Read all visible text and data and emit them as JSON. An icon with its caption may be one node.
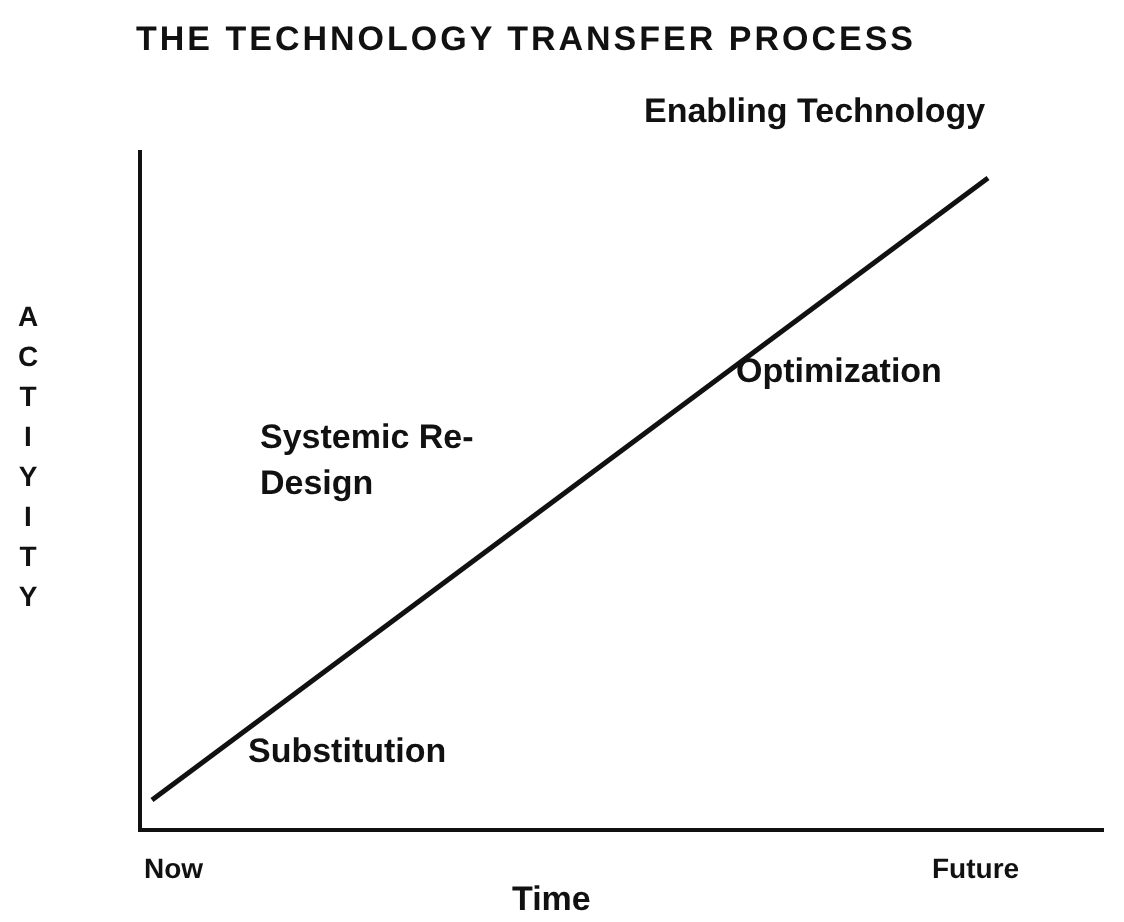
{
  "diagram": {
    "title": "THE TECHNOLOGY TRANSFER PROCESS",
    "labels": [
      "Enabling Technology",
      "ACTIYITY",
      "Systemic Re-Design",
      "Optimization",
      "Substitution",
      "Now",
      "Future",
      "Time"
    ]
  }
}
